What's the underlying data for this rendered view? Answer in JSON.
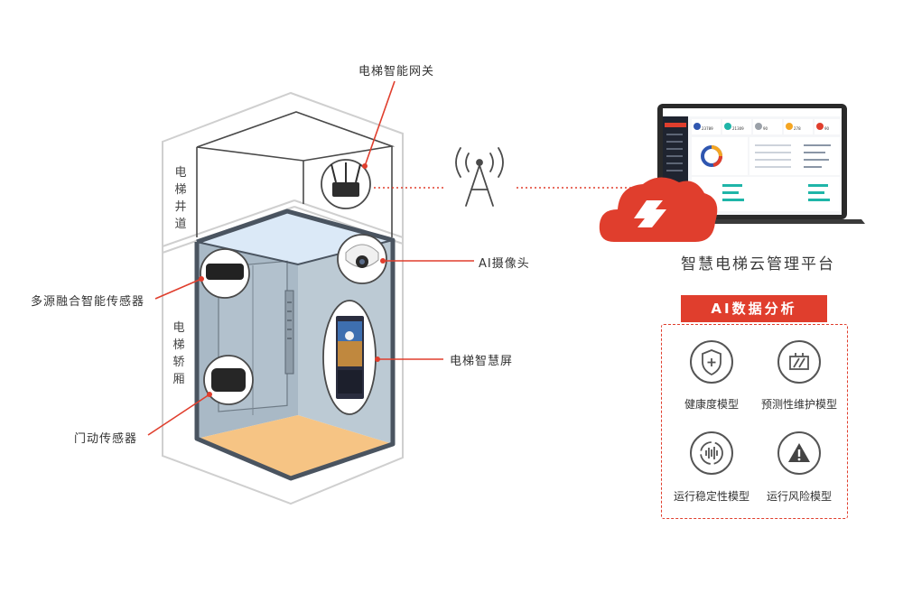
{
  "shaft": {
    "vertical_label": [
      "电",
      "梯",
      "井",
      "道"
    ]
  },
  "car": {
    "vertical_label": [
      "电",
      "梯",
      "轿",
      "厢"
    ]
  },
  "devices": {
    "gateway": "电梯智能网关",
    "fusion_sensor": "多源融合智能传感器",
    "door_sensor": "门动传感器",
    "ai_camera": "AI摄像头",
    "smart_screen": "电梯智慧屏"
  },
  "platform": {
    "title": "智慧电梯云管理平台",
    "dashboard_stats": [
      "23789",
      "21309",
      "90",
      "278",
      "90"
    ]
  },
  "ai_analysis": {
    "title": "AI数据分析",
    "models": [
      {
        "label": "健康度模型",
        "icon": "shield-plus-icon"
      },
      {
        "label": "预测性维护模型",
        "icon": "maintenance-icon"
      },
      {
        "label": "运行稳定性模型",
        "icon": "stability-wave-icon"
      },
      {
        "label": "运行风险模型",
        "icon": "warning-triangle-icon"
      }
    ]
  },
  "colors": {
    "accent": "#e03e2d",
    "shaft_line": "#cfcfcf",
    "car_frame": "#4a5460",
    "car_wall": "#b7c5cf",
    "ceiling": "#dbe9f7",
    "floor": "#f6c484"
  }
}
